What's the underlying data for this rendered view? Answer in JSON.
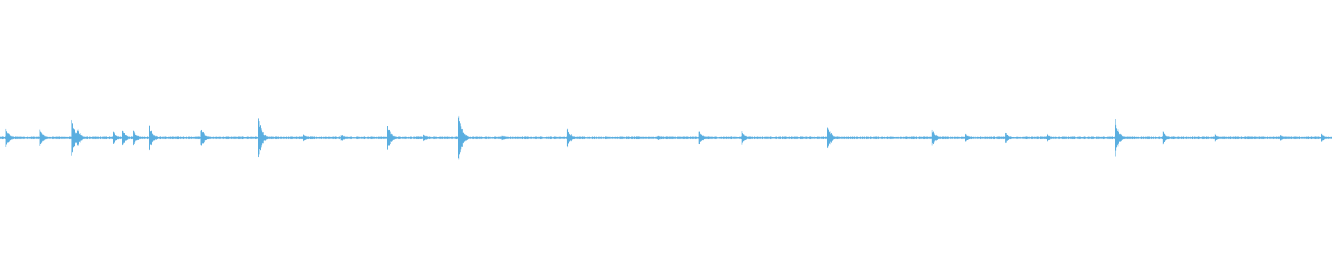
{
  "waveform": {
    "color": "#5aaee0",
    "background": "#ffffff",
    "duration_fraction_total": 1.0,
    "baseline_amplitude": 0.004,
    "noise_amplitude": 0.006,
    "transients": [
      {
        "t": 0.0045,
        "amp": 0.07
      },
      {
        "t": 0.03,
        "amp": 0.06
      },
      {
        "t": 0.054,
        "amp": 0.14
      },
      {
        "t": 0.058,
        "amp": 0.07
      },
      {
        "t": 0.085,
        "amp": 0.05
      },
      {
        "t": 0.092,
        "amp": 0.06
      },
      {
        "t": 0.1,
        "amp": 0.06
      },
      {
        "t": 0.112,
        "amp": 0.1
      },
      {
        "t": 0.151,
        "amp": 0.08
      },
      {
        "t": 0.194,
        "amp": 0.15
      },
      {
        "t": 0.228,
        "amp": 0.03
      },
      {
        "t": 0.256,
        "amp": 0.03
      },
      {
        "t": 0.291,
        "amp": 0.09
      },
      {
        "t": 0.318,
        "amp": 0.03
      },
      {
        "t": 0.344,
        "amp": 0.2
      },
      {
        "t": 0.377,
        "amp": 0.02
      },
      {
        "t": 0.426,
        "amp": 0.07
      },
      {
        "t": 0.494,
        "amp": 0.02
      },
      {
        "t": 0.525,
        "amp": 0.05
      },
      {
        "t": 0.557,
        "amp": 0.05
      },
      {
        "t": 0.621,
        "amp": 0.11
      },
      {
        "t": 0.7,
        "amp": 0.06
      },
      {
        "t": 0.725,
        "amp": 0.03
      },
      {
        "t": 0.755,
        "amp": 0.04
      },
      {
        "t": 0.786,
        "amp": 0.03
      },
      {
        "t": 0.837,
        "amp": 0.14
      },
      {
        "t": 0.873,
        "amp": 0.05
      },
      {
        "t": 0.912,
        "amp": 0.03
      },
      {
        "t": 0.961,
        "amp": 0.03
      },
      {
        "t": 0.992,
        "amp": 0.03
      }
    ]
  }
}
